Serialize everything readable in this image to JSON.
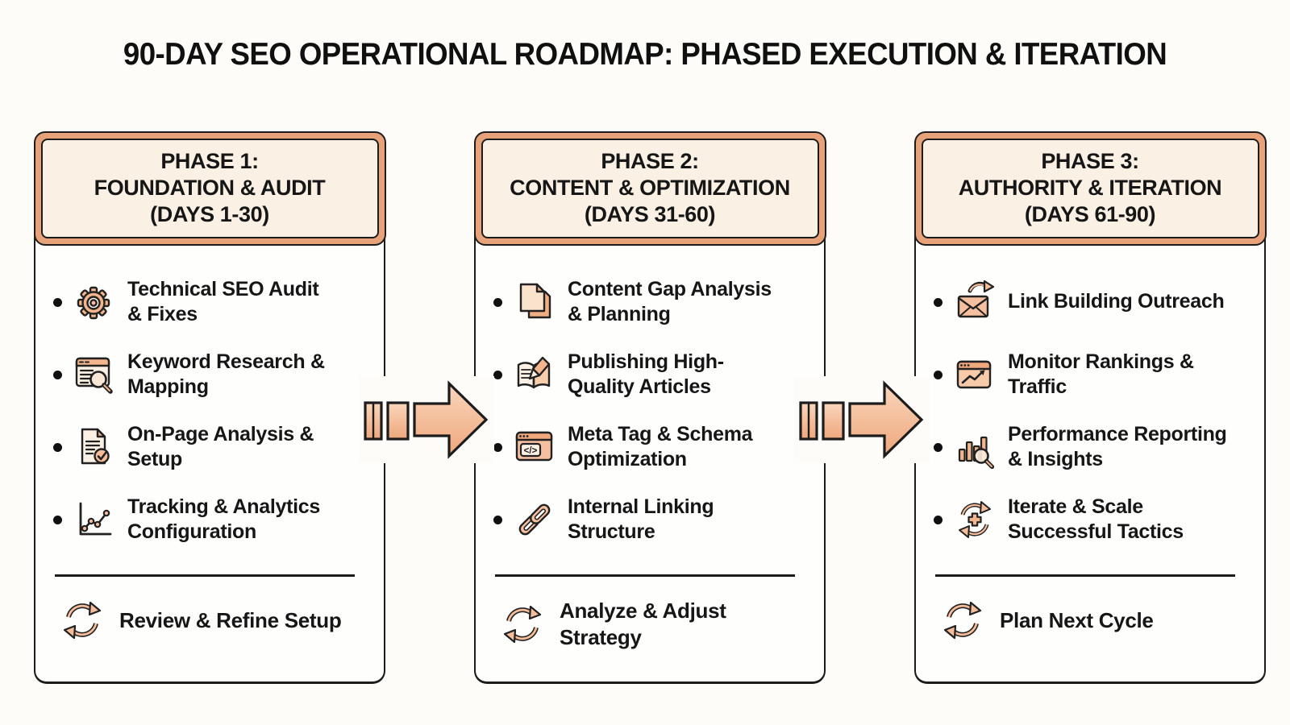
{
  "title": "90-DAY SEO OPERATIONAL ROADMAP: PHASED EXECUTION & ITERATION",
  "colors": {
    "outline": "#1C1C1C",
    "accent_border": "#E8A279",
    "header_fill": "#FBF0E4",
    "peach": "#F2B58C",
    "peach_light": "#F8D3B6",
    "background": "#FDFCF9"
  },
  "flow": {
    "arrow_icon": "forward-arrow-icon"
  },
  "phases": [
    {
      "header": {
        "line1": "PHASE 1:",
        "line2": "FOUNDATION & AUDIT",
        "days": "(DAYS 1-30)"
      },
      "items": [
        {
          "icon": "gear-icon",
          "text": "Technical SEO Audit\n& Fixes"
        },
        {
          "icon": "keyword-research-icon",
          "text": "Keyword Research &\nMapping"
        },
        {
          "icon": "on-page-analysis-icon",
          "text": "On-Page Analysis &\nSetup"
        },
        {
          "icon": "tracking-analytics-icon",
          "text": "Tracking & Analytics\nConfiguration"
        }
      ],
      "footer": {
        "icon": "refresh-icon",
        "text": "Review & Refine Setup"
      }
    },
    {
      "header": {
        "line1": "PHASE 2:",
        "line2": "CONTENT & OPTIMIZATION",
        "days": "(DAYS 31-60)"
      },
      "items": [
        {
          "icon": "content-gap-icon",
          "text": "Content Gap Analysis\n& Planning"
        },
        {
          "icon": "publishing-icon",
          "text": "Publishing High-\nQuality Articles"
        },
        {
          "icon": "meta-tag-icon",
          "text": "Meta Tag & Schema\nOptimization"
        },
        {
          "icon": "internal-linking-icon",
          "text": "Internal Linking\nStructure"
        }
      ],
      "footer": {
        "icon": "refresh-icon",
        "text": "Analyze & Adjust\nStrategy"
      }
    },
    {
      "header": {
        "line1": "PHASE 3:",
        "line2": "AUTHORITY & ITERATION",
        "days": "(DAYS 61-90)"
      },
      "items": [
        {
          "icon": "link-outreach-icon",
          "text": "Link Building Outreach"
        },
        {
          "icon": "monitor-rankings-icon",
          "text": "Monitor Rankings &\nTraffic"
        },
        {
          "icon": "performance-reporting-icon",
          "text": "Performance Reporting\n& Insights"
        },
        {
          "icon": "iterate-scale-icon",
          "text": "Iterate & Scale\nSuccessful Tactics"
        }
      ],
      "footer": {
        "icon": "refresh-icon",
        "text": "Plan Next Cycle"
      }
    }
  ]
}
